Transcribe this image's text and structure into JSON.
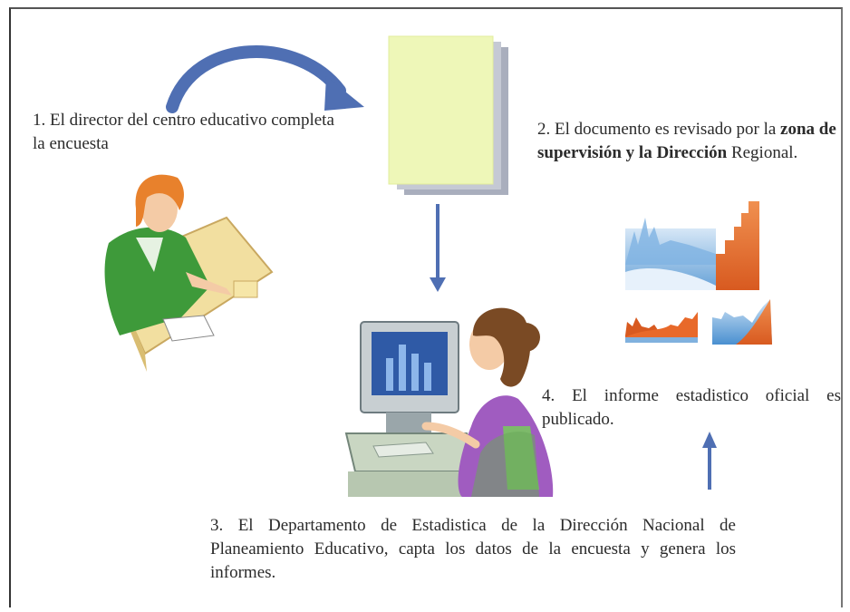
{
  "steps": {
    "step1": {
      "text": "1. El director del centro educativo completa la encuesta"
    },
    "step2": {
      "prefix": "2. El documento es revisado por la ",
      "bold": "zona de supervisión y la Dirección",
      "suffix": " Regional."
    },
    "step3": {
      "text": "3. El Departamento de Estadistica de la Dirección Nacional de Planeamiento Educativo, capta los datos de la encuesta y genera los informes."
    },
    "step4": {
      "text": "4. El informe estadistico oficial es publicado."
    }
  },
  "colors": {
    "arrow": "#4f6fb3",
    "document": "#eef7b8",
    "document_shadow": "#a9aebd",
    "chart_blue": "#4a90d0",
    "chart_orange": "#e8692a"
  },
  "icons": {
    "director": "woman-at-desk-icon",
    "document": "document-stack-icon",
    "analyst": "woman-at-computer-icon",
    "report": "statistical-report-charts-icon"
  }
}
